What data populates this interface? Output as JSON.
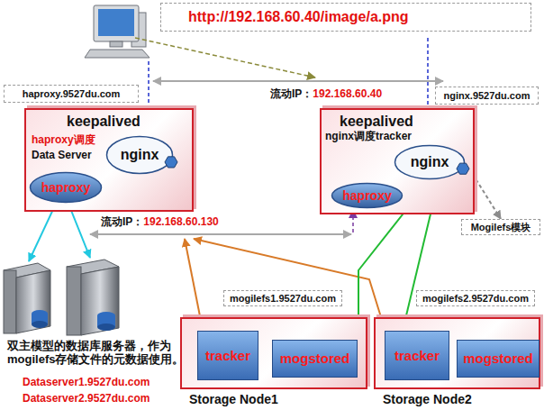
{
  "diagram": {
    "nodes": [
      {
        "text": [
          "http://192.168.60.40/image/a.png"
        ]
      },
      {
        "text": [
          "haproxy.9527du.com"
        ]
      },
      {
        "text": [
          "nginx.9527du.com"
        ]
      },
      {
        "text": [
          "keepalived",
          "haproxy调度",
          "Data Server"
        ]
      },
      {
        "text": [
          "nginx"
        ],
        "in": 3
      },
      {
        "text": [
          "haproxy"
        ],
        "in": 3
      },
      {
        "text": [
          "keepalived",
          "nginx调度tracker"
        ]
      },
      {
        "text": [
          "nginx"
        ],
        "in": 6
      },
      {
        "text": [
          "haproxy"
        ],
        "in": 6
      },
      {
        "text": [
          "Mogilefs模块"
        ]
      },
      {
        "text": [
          "mogilefs1.9527du.com"
        ]
      },
      {
        "text": [
          "mogilefs2.9527du.com"
        ]
      },
      {
        "text": [
          "Storage  Node1"
        ]
      },
      {
        "text": [
          "tracker"
        ],
        "in": 12
      },
      {
        "text": [
          "mogstored"
        ],
        "in": 12
      },
      {
        "text": [
          "Storage Node2"
        ]
      },
      {
        "text": [
          "tracker"
        ],
        "in": 15
      },
      {
        "text": [
          "mogstored"
        ],
        "in": 15
      }
    ],
    "edges": [
      {
        "from": 7,
        "to": 13,
        "arrow": "to"
      },
      {
        "from": 7,
        "to": 16,
        "arrow": "to"
      },
      {
        "from": 7,
        "to": 9,
        "arrow": "to"
      }
    ],
    "labels": [
      "流动IP：",
      "192.168.60.40",
      "流动IP：",
      "192.168.60.130",
      "双主模型的数据库服务器，作为mogilefs存储文件的元数据使用。",
      "Dataserver1.9527du.com",
      "Dataserver2.9527du.com"
    ]
  }
}
